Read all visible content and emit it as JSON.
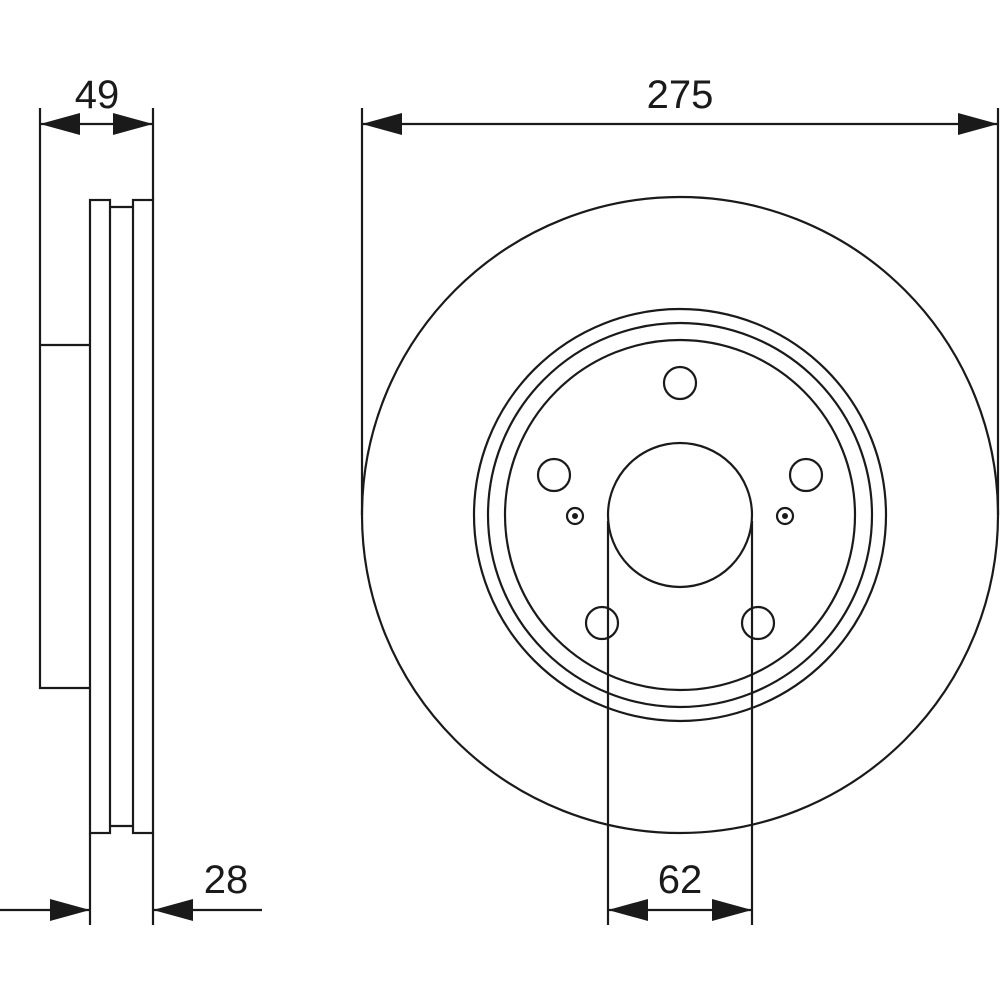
{
  "dimensions": {
    "overall_thickness": "49",
    "outer_diameter": "275",
    "min_thickness": "28",
    "centre_bore": "62"
  },
  "colors": {
    "line": "#1a1a1a",
    "background": "#ffffff"
  }
}
